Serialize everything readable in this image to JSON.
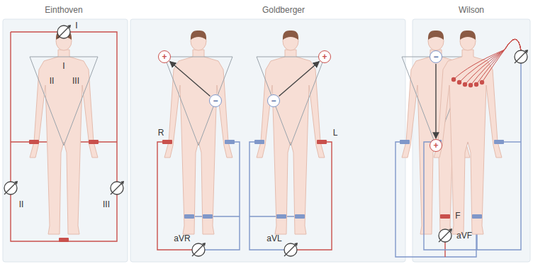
{
  "diagram": {
    "nodes": [
      {
        "text": [
          "+"
        ]
      },
      {
        "text": [
          "−"
        ]
      },
      {
        "text": [
          "−"
        ]
      },
      {
        "text": [
          "+"
        ]
      },
      {
        "text": [
          "−"
        ]
      },
      {
        "text": [
          "+"
        ]
      }
    ],
    "edges": [
      {
        "from": 1,
        "to": 0,
        "arrow": "to"
      },
      {
        "from": 2,
        "to": 3,
        "arrow": "to"
      },
      {
        "from": 4,
        "to": 5,
        "arrow": "to"
      }
    ],
    "labels": [
      "Einthoven",
      "Goldberger",
      "Wilson",
      "I",
      "I",
      "II",
      "III",
      "II",
      "III",
      "R",
      "aVR",
      "L",
      "aVL",
      "F",
      "aVF"
    ]
  }
}
